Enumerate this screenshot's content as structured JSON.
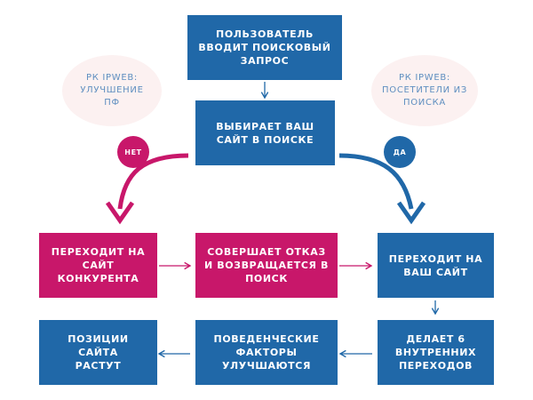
{
  "colors": {
    "blue": "#2068a8",
    "pink": "#c8176a",
    "bubble_bg": "#fcf1f1",
    "bubble_text": "#5f8fc0"
  },
  "nodes": {
    "user_query": "ПОЛЬЗОВАТЕЛЬ\nВВОДИТ ПОИСКОВЫЙ\nЗАПРОС",
    "choose_site": "ВЫБИРАЕТ ВАШ\nСАЙТ В ПОИСКЕ",
    "competitor": "ПЕРЕХОДИТ НА\nСАЙТ\nКОНКУРЕНТА",
    "bounce": "СОВЕРШАЕТ ОТКАЗ\nИ ВОЗВРАЩАЕТСЯ В\nПОИСК",
    "your_site": "ПЕРЕХОДИТ НА\nВАШ САЙТ",
    "internal": "ДЕЛАЕТ 6\nВНУТРЕННИХ\nПЕРЕХОДОВ",
    "behavior": "ПОВЕДЕНЧЕСКИЕ\nФАКТОРЫ\nУЛУЧШАЮТСЯ",
    "positions": "ПОЗИЦИИ\nСАЙТА\nРАСТУТ"
  },
  "bubbles": {
    "left": "РК IPWEB:\nУЛУЧШЕНИЕ\nПФ",
    "right": "РК IPWEB:\nПОСЕТИТЕЛИ ИЗ\nПОИСКА"
  },
  "badges": {
    "no": "НЕТ",
    "yes": "ДА"
  }
}
